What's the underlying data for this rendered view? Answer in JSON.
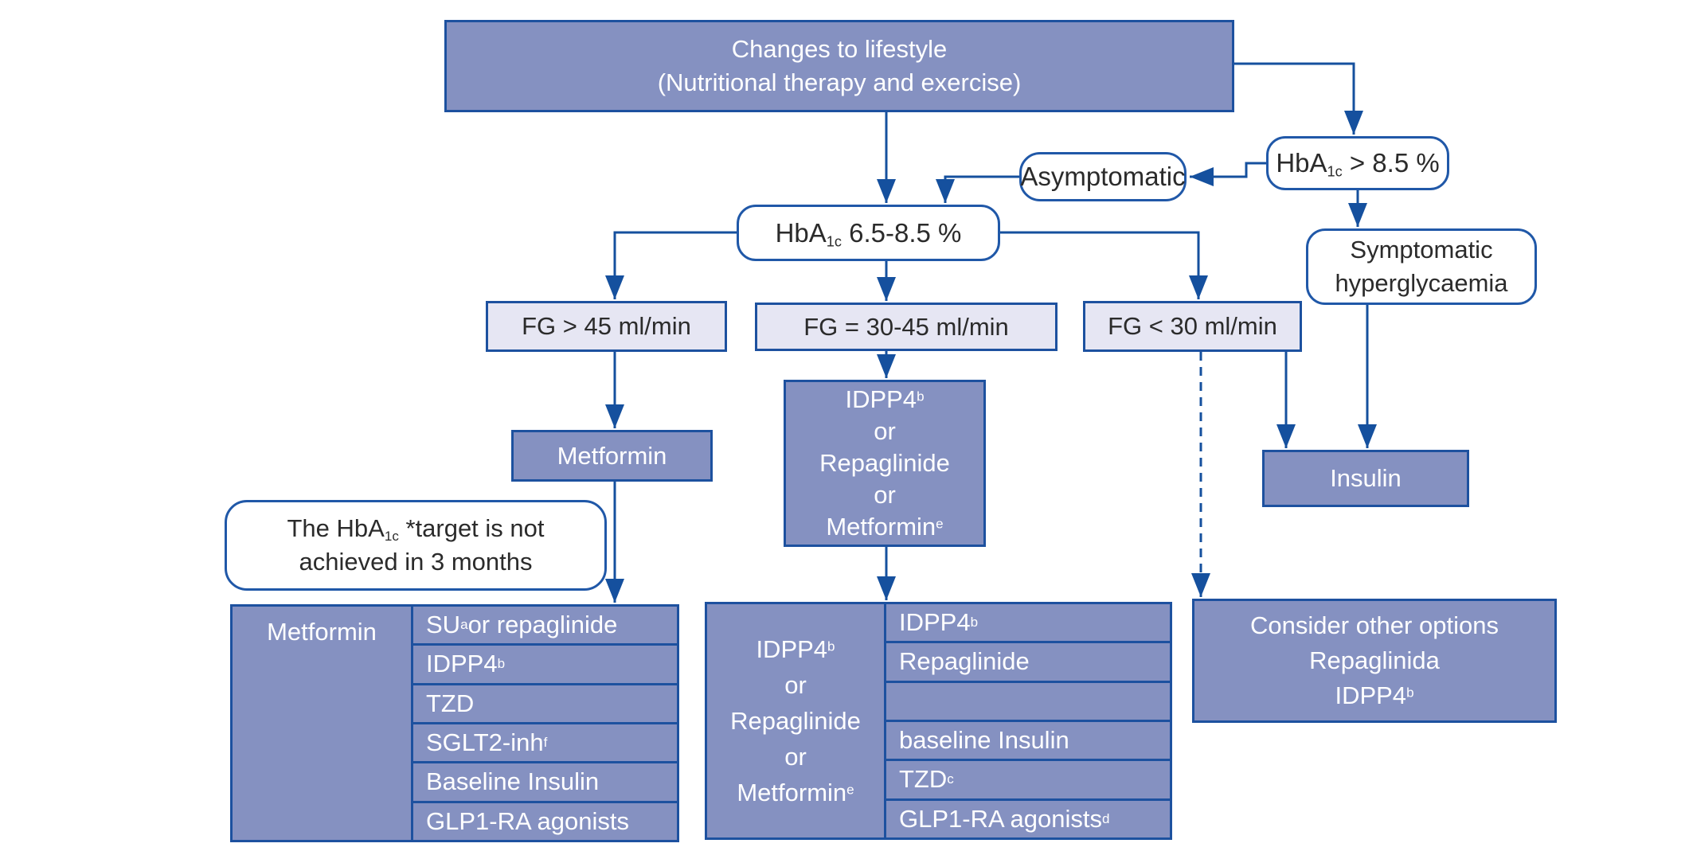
{
  "colors": {
    "background": "#ffffff",
    "node_fill": "#8591c1",
    "node_border": "#1d519f",
    "light_fill": "#e6e6f3",
    "outline_border": "#2058a8",
    "arrow": "#15509e",
    "text_dark": "#2b2b2b",
    "text_light": "#ffffff"
  },
  "nodes": {
    "lifestyle": {
      "line1": "Changes to lifestyle",
      "line2": "(Nutritional therapy and exercise)"
    },
    "hba_high": {
      "pre": "HbA",
      "sub": "1c",
      "post": " > 8.5 %"
    },
    "asymptomatic": {
      "label": "Asymptomatic"
    },
    "hba_mid": {
      "pre": "HbA",
      "sub": "1c",
      "post": " 6.5-8.5 %"
    },
    "symptomatic": {
      "line1": "Symptomatic",
      "line2": "hyperglycaemia"
    },
    "fg_high": {
      "label": "FG > 45 ml/min"
    },
    "fg_mid": {
      "label": "FG = 30-45 ml/min"
    },
    "fg_low": {
      "label": "FG < 30 ml/min"
    },
    "metformin": {
      "label": "Metformin"
    },
    "triple": {
      "l1": "IDPP4",
      "l1sup": "b",
      "l2": "or",
      "l3": "Repaglinide",
      "l4": "or",
      "l5": "Metformin",
      "l5sup": "e"
    },
    "insulin": {
      "label": "Insulin"
    },
    "note": {
      "pre": "The HbA",
      "sub": "1c",
      "post": " *target is not",
      "line2": "achieved in 3 months"
    },
    "consider": {
      "line1": "Consider other options",
      "line2": "Repaglinida",
      "line3": "IDPP4",
      "line3sup": "b"
    }
  },
  "left_table": {
    "header": "Metformin",
    "rows": [
      {
        "text": "SU",
        "sup": "a",
        "post": " or repaglinide"
      },
      {
        "text": "IDPP4",
        "sup": "b",
        "post": ""
      },
      {
        "text": "TZD",
        "sup": "",
        "post": ""
      },
      {
        "text": "SGLT2-inh",
        "sup": "f",
        "post": ""
      },
      {
        "text": "Baseline Insulin",
        "sup": "",
        "post": ""
      },
      {
        "text": "GLP1-RA agonists",
        "sup": "",
        "post": ""
      }
    ]
  },
  "mid_table": {
    "header": {
      "l1": "IDPP4",
      "l1sup": "b",
      "l2": "or",
      "l3": "Repaglinide",
      "l4": "or",
      "l5": "Metformin",
      "l5sup": "e"
    },
    "rows": [
      {
        "text": "IDPP4",
        "sup": "b",
        "post": ""
      },
      {
        "text": "Repaglinide",
        "sup": "",
        "post": ""
      },
      {
        "text": "",
        "sup": "",
        "post": ""
      },
      {
        "text": "baseline Insulin",
        "sup": "",
        "post": ""
      },
      {
        "text": "TZD",
        "sup": "c",
        "post": ""
      },
      {
        "text": "GLP1-RA agonists",
        "sup": "d",
        "post": ""
      }
    ]
  }
}
